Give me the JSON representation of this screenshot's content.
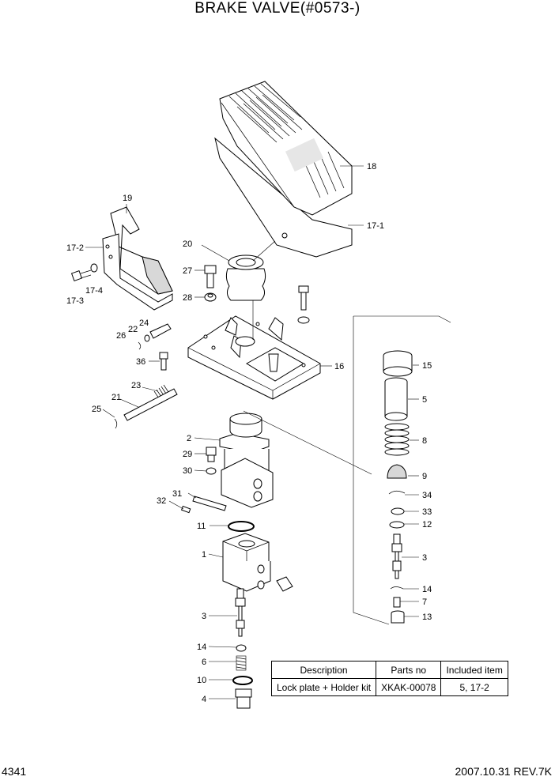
{
  "title": "BRAKE VALVE(#0573-)",
  "labels": {
    "p18": "18",
    "p17_1": "17-1",
    "p19": "19",
    "p17_2": "17-2",
    "p17_3": "17-3",
    "p17_4": "17-4",
    "p20": "20",
    "p27": "27",
    "p28": "28",
    "p24": "24",
    "p22": "22",
    "p26": "26",
    "p36": "36",
    "p23": "23",
    "p21": "21",
    "p25": "25",
    "p16": "16",
    "p15": "15",
    "p5": "5",
    "p8": "8",
    "p9": "9",
    "p34": "34",
    "p33": "33",
    "p12": "12",
    "p3r": "3",
    "p14r": "14",
    "p7": "7",
    "p13": "13",
    "p2": "2",
    "p29": "29",
    "p30": "30",
    "p31": "31",
    "p32": "32",
    "p11": "11",
    "p1": "1",
    "p3": "3",
    "p14": "14",
    "p6": "6",
    "p10": "10",
    "p4": "4"
  },
  "table": {
    "headers": [
      "Description",
      "Parts no",
      "Included item"
    ],
    "rows": [
      [
        "Lock plate + Holder kit",
        "XKAK-00078",
        "5, 17-2"
      ]
    ]
  },
  "footer": {
    "page": "4341",
    "revision": "2007.10.31  REV.7K"
  }
}
